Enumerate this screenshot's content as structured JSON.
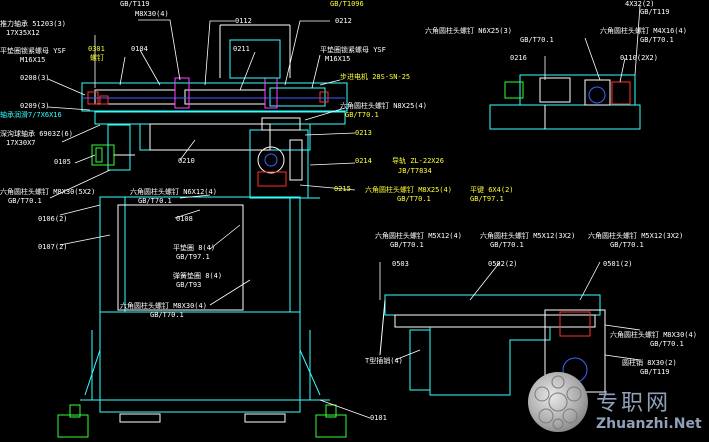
{
  "labels": {
    "t_gb119": "GB/T119",
    "t_m8x30_top": "M8X30(4)",
    "t_gb70_1_top": "GB/T70.1",
    "t_0112": "0112",
    "t_0212": "0212",
    "t_gb1096": "GB/T1096",
    "t_4x32": "4X32(2)",
    "t_gb119_r": "GB/T119",
    "t_n6x25": "六角圆柱头螺钉 N6X25(3)",
    "t_gb701_r1": "GB/T70.1",
    "t_m4x16": "六角圆柱头螺钉 M4X16(4)",
    "t_gb701_r2": "GB/T70.1",
    "t_51203": "推力轴承 51203(3)",
    "t_17x35": "17X35X12",
    "t_ysf_l": "平垫圈锁紧螺母 YSF",
    "t_m16_l": "M16X15",
    "t_0301": "0301",
    "t_luoding": "螺钉",
    "t_0104": "0104",
    "t_0211": "0211",
    "t_ysf_r": "平垫圈锁紧螺母 YSF",
    "t_m16_r": "M16X15",
    "t_0216": "0216",
    "t_0110": "0110(2X2)",
    "t_0208": "0208(3)",
    "t_motor": "步进电机 28S-SN-25",
    "t_0209": "0209(3)",
    "t_bearing_l": "轴承润滑7/7X6X16",
    "t_n8x25": "六角圆柱头螺钉 N8X25(4)",
    "t_gb701_m": "GB/T70.1",
    "t_6903": "深沟球轴承 6903Z(6)",
    "t_17x30": "17X30X7",
    "t_0213": "0213",
    "t_0105": "0105",
    "t_0210": "0210",
    "t_0214": "0214",
    "t_zl": "导轨 ZL-22X26",
    "t_jb": "JB/T7834",
    "t_0215": "0215",
    "t_m8x25": "六角圆柱头螺钉 M8X25(4)",
    "t_gb701_m2": "GB/T70.1",
    "t_pin": "平键 6X4(2)",
    "t_gbt97": "GB/T97.1",
    "t_m8x30_52": "六角圆柱头螺钉 M8X30(5X2)",
    "t_gb701_l": "GB/T70.1",
    "t_n6x12": "六角圆柱头螺钉 N6X12(4)",
    "t_gb701_l2": "GB/T70.1",
    "t_0106": "0106(2)",
    "t_0108": "0108",
    "t_0107": "0107(2)",
    "t_washer8": "平垫圈 8(4)",
    "t_gbt97_2": "GB/T97.1",
    "t_washer_s": "弹簧垫圈 8(4)",
    "t_gbt93": "GB/T93",
    "t_m8x30_4": "六角圆柱头螺钉 M8X30(4)",
    "t_gb701_b": "GB/T70.1",
    "t_m5x12a": "六角圆柱头螺钉 M5X12(4)",
    "t_gb701_a": "GB/T70.1",
    "t_m5x12b": "六角圆柱头螺钉 M5X12(3X2)",
    "t_gb701_b2": "GB/T70.1",
    "t_m5x12c": "六角圆柱头螺钉 M5X12(3X2)",
    "t_gb701_c": "GB/T70.1",
    "t_0503": "0503",
    "t_0502": "0502(2)",
    "t_0501": "0501(2)",
    "t_m8x30_r": "六角圆柱头螺钉 M8X30(4)",
    "t_gb701_rr": "GB/T70.1",
    "t_pin_r": "圆柱销 8X30(2)",
    "t_gb119_rr": "GB/T119",
    "t_terminal": "T型插销(4)",
    "t_0101": "0101"
  },
  "watermark": {
    "cn": "专职网",
    "url": "Zhuanzhi.Net"
  },
  "colors": {
    "line_cyan": "#33ffff",
    "line_white": "#ffffff",
    "line_yellow": "#ffff33",
    "line_green": "#33ff33",
    "line_red": "#ff3030",
    "line_blue": "#4060ff",
    "line_magenta": "#ff40ff"
  }
}
